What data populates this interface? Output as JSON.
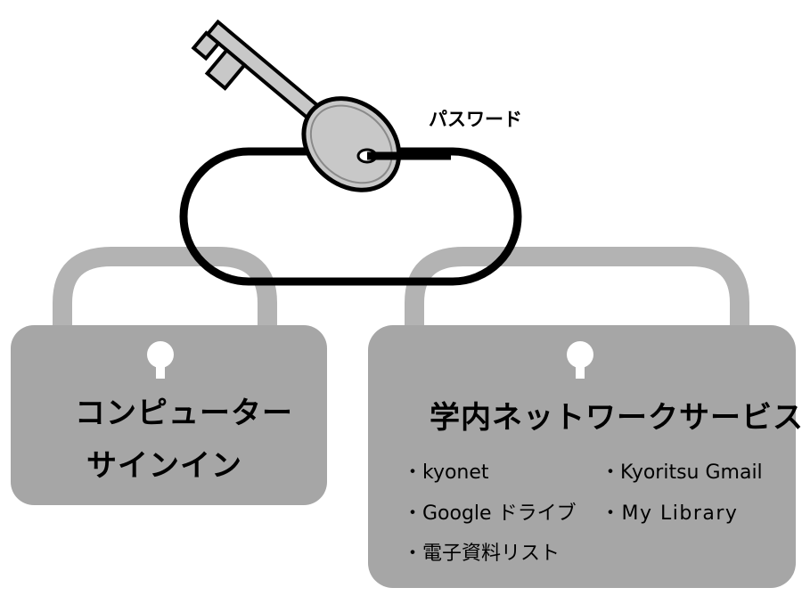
{
  "key": {
    "label": "パスワード"
  },
  "locks": {
    "left": {
      "line1": "コンピューター",
      "line2": "サインイン"
    },
    "right": {
      "title": "学内ネットワークサービス",
      "items": [
        "・kyonet",
        "・Kyoritsu Gmail",
        "・Google ドライブ",
        "・My Library",
        "・電子資料リスト"
      ]
    }
  },
  "colors": {
    "lock_body": "#a6a6a6",
    "lock_shackle": "#b3b3b3",
    "ring": "#000000",
    "key_fill": "#c8c8c8",
    "key_outline": "#000000",
    "keyhole": "#ffffff",
    "text": "#000000"
  }
}
